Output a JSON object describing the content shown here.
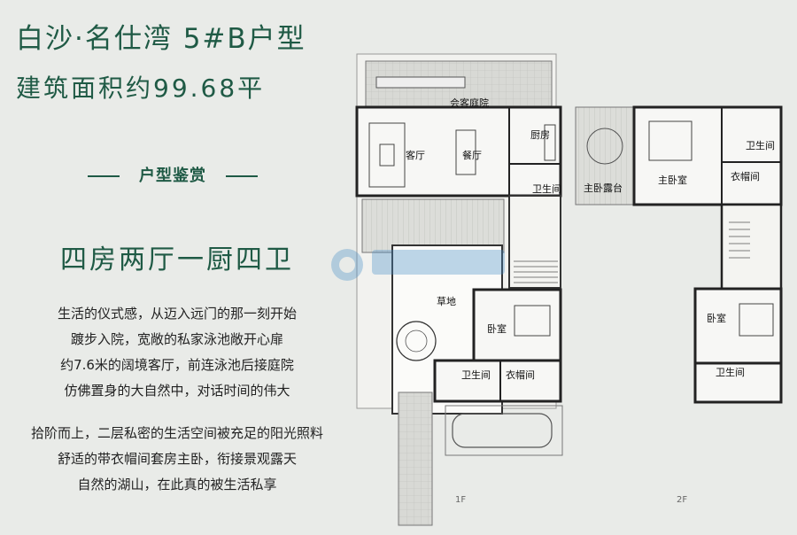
{
  "title": "白沙·名仕湾 5#B户型",
  "area": "建筑面积约99.68平",
  "section_title": "户型鉴赏",
  "layout_type": "四房两厅一厨四卫",
  "description_1": [
    "生活的仪式感，从迈入远门的那一刻开始",
    "踱步入院，宽敞的私家泳池敞开心扉",
    "约7.6米的阔境客厅，前连泳池后接庭院",
    "仿佛置身的大自然中，对话时间的伟大"
  ],
  "description_2": [
    "拾阶而上，二层私密的生活空间被充足的阳光照料",
    "舒适的带衣帽间套房主卧，衔接景观露天",
    "自然的湖山，在此真的被生活私享"
  ],
  "floor1": {
    "label": "1F",
    "rooms": {
      "guest_courtyard": "会客庭院",
      "living": "客厅",
      "dining": "餐厅",
      "kitchen": "厨房",
      "bath1": "卫生间",
      "lawn": "草地",
      "bedroom": "卧室",
      "bath2": "卫生间",
      "closet": "衣帽间"
    }
  },
  "floor2": {
    "label": "2F",
    "rooms": {
      "master_terrace": "主卧露台",
      "master_bedroom": "主卧室",
      "closet": "衣帽间",
      "bath1": "卫生间",
      "bedroom": "卧室",
      "bath2": "卫生间"
    }
  },
  "colors": {
    "accent": "#1f5a45",
    "background": "#e9ebe8",
    "wall": "#2a2a2a",
    "paving": "#cfd0cc"
  }
}
